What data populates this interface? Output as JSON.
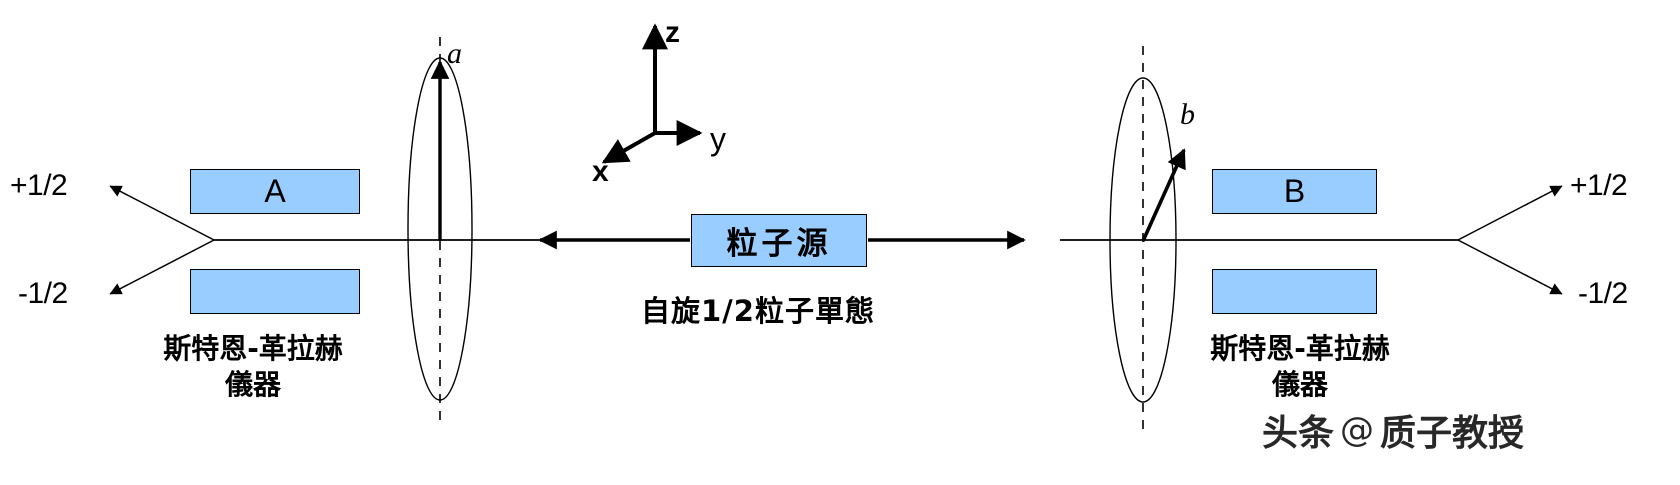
{
  "colors": {
    "magnet_fill": "#99ccff",
    "source_fill": "#99ccff",
    "stroke": "#000000",
    "background": "#ffffff"
  },
  "left_detector": {
    "spin_up_label": "+1/2",
    "spin_down_label": "-1/2",
    "magnet_label": "A",
    "apparatus_caption": "斯特恩-革拉赫\n儀器",
    "field_vector_label": "a"
  },
  "right_detector": {
    "spin_up_label": "+1/2",
    "spin_down_label": "-1/2",
    "magnet_label": "B",
    "apparatus_caption": "斯特恩-革拉赫\n儀器",
    "field_vector_label": "b"
  },
  "source": {
    "box_label": "粒子源",
    "caption": "自旋1/2粒子單態"
  },
  "axes": {
    "z_label": "z",
    "y_label": "y",
    "x_label": "x"
  },
  "watermark": {
    "platform": "头条",
    "at": "@",
    "account": "质子教授"
  }
}
